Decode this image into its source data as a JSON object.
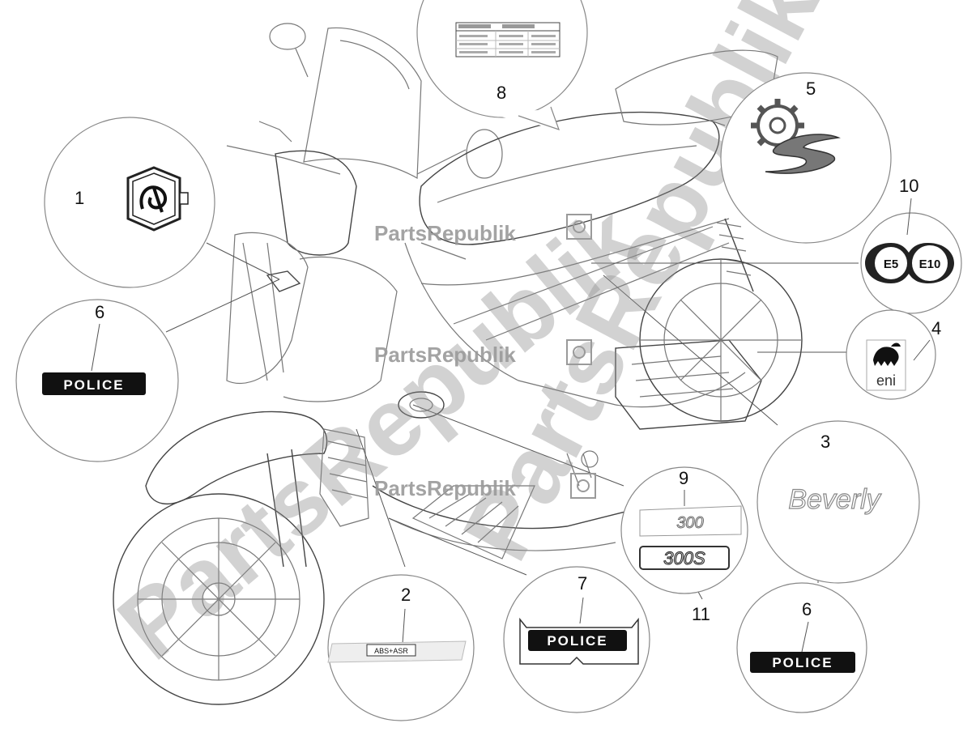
{
  "watermark": {
    "text": "PartsRepublik",
    "diagonal_text": "PartsRepublik",
    "color": "#8c8c8c"
  },
  "callouts": [
    {
      "id": "1",
      "label": "1"
    },
    {
      "id": "2",
      "label": "2"
    },
    {
      "id": "3",
      "label": "3"
    },
    {
      "id": "4",
      "label": "4"
    },
    {
      "id": "5",
      "label": "5"
    },
    {
      "id": "6a",
      "label": "6"
    },
    {
      "id": "6b",
      "label": "6"
    },
    {
      "id": "7",
      "label": "7"
    },
    {
      "id": "8",
      "label": "8"
    },
    {
      "id": "9",
      "label": "9"
    },
    {
      "id": "10",
      "label": "10"
    },
    {
      "id": "11",
      "label": "11"
    }
  ],
  "decals": {
    "police_badge": "POLICE",
    "abs_asr": "ABS+ASR",
    "model_300": "300",
    "model_300s": "300S",
    "brand_script": "Beverly",
    "fuel_e5": "E5",
    "fuel_e10": "E10",
    "oil_brand": "eni"
  }
}
